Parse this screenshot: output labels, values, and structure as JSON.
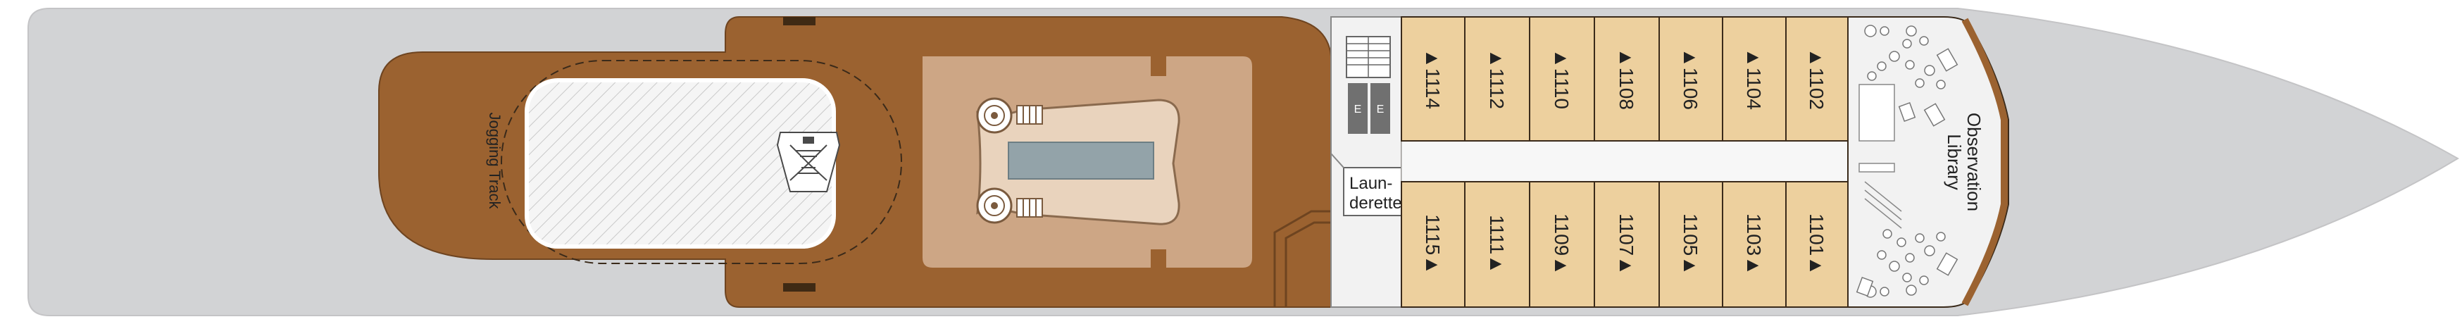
{
  "colors": {
    "hull": "#d2d3d5",
    "deck": "#9b6230",
    "pool_area": "#cda685",
    "pool_water": "#93a3a9",
    "cabin": "#edd09e",
    "corridor": "#eeeeee",
    "outline": "#3a2a1a"
  },
  "labels": {
    "jogging_track": "Jogging Track",
    "launderette_line1": "Laun-",
    "launderette_line2": "derette",
    "library_line1": "Observation",
    "library_line2": "Library",
    "elevator": "E"
  },
  "icons": {
    "stairs": "stairs-icon",
    "elevator": "elevator-icon",
    "lounger": "sun-lounger-icon",
    "library_seating": "seating-icon"
  },
  "cabins": {
    "upper": [
      "▲1114",
      "▲1112",
      "▲1110",
      "▲1108",
      "▲1106",
      "▲1104",
      "▲1102"
    ],
    "lower": [
      "1115▲",
      "1111▲",
      "1109▲",
      "1107▲",
      "1105▲",
      "1103▲",
      "1101▲"
    ]
  }
}
